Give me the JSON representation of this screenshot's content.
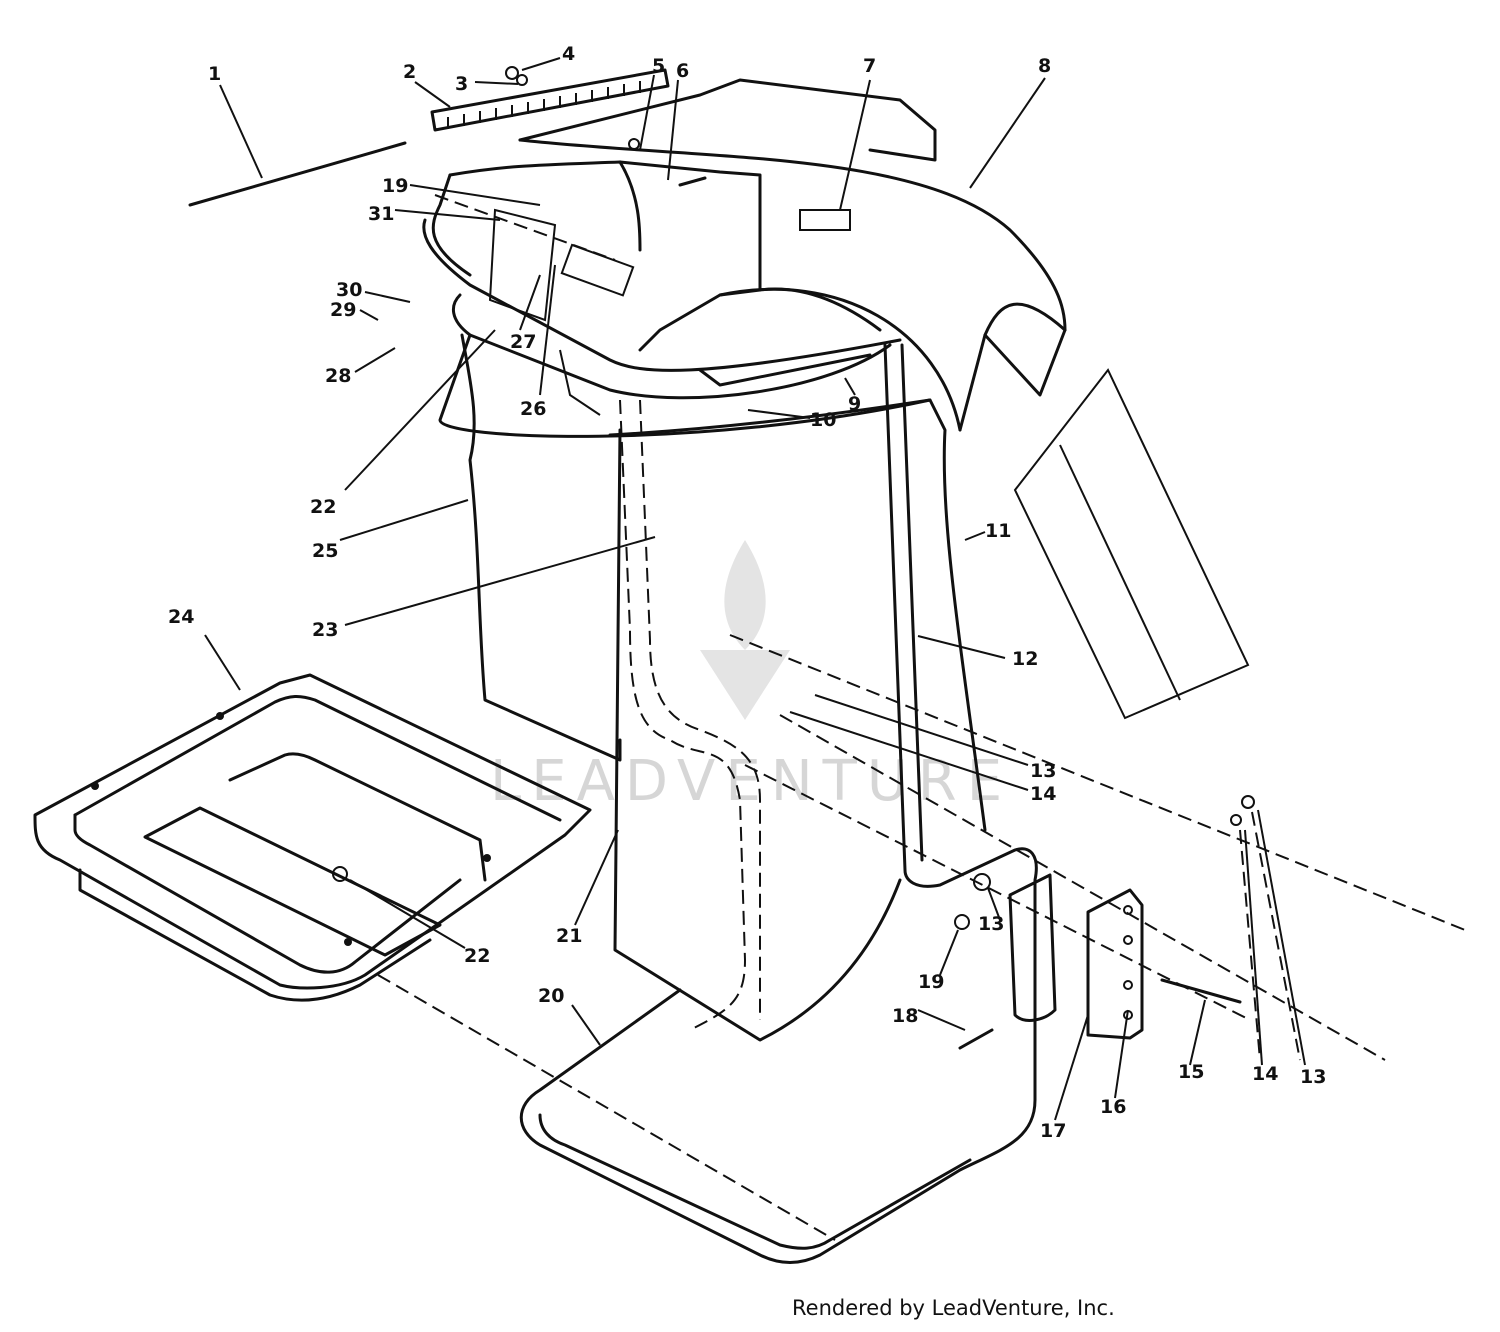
{
  "watermark": "LEADVENTURE",
  "credit": "Rendered by LeadVenture, Inc.",
  "callouts": [
    {
      "id": "1",
      "label": "1"
    },
    {
      "id": "2",
      "label": "2"
    },
    {
      "id": "3",
      "label": "3"
    },
    {
      "id": "4",
      "label": "4"
    },
    {
      "id": "5",
      "label": "5"
    },
    {
      "id": "6",
      "label": "6"
    },
    {
      "id": "7",
      "label": "7"
    },
    {
      "id": "8",
      "label": "8"
    },
    {
      "id": "9",
      "label": "9"
    },
    {
      "id": "10",
      "label": "10"
    },
    {
      "id": "11",
      "label": "11"
    },
    {
      "id": "12",
      "label": "12"
    },
    {
      "id": "13a",
      "label": "13"
    },
    {
      "id": "14a",
      "label": "14"
    },
    {
      "id": "13b",
      "label": "13"
    },
    {
      "id": "13c",
      "label": "13"
    },
    {
      "id": "14b",
      "label": "14"
    },
    {
      "id": "15",
      "label": "15"
    },
    {
      "id": "16",
      "label": "16"
    },
    {
      "id": "17",
      "label": "17"
    },
    {
      "id": "18",
      "label": "18"
    },
    {
      "id": "19a",
      "label": "19"
    },
    {
      "id": "19b",
      "label": "19"
    },
    {
      "id": "20",
      "label": "20"
    },
    {
      "id": "21",
      "label": "21"
    },
    {
      "id": "22a",
      "label": "22"
    },
    {
      "id": "22b",
      "label": "22"
    },
    {
      "id": "23",
      "label": "23"
    },
    {
      "id": "24",
      "label": "24"
    },
    {
      "id": "25",
      "label": "25"
    },
    {
      "id": "26",
      "label": "26"
    },
    {
      "id": "27",
      "label": "27"
    },
    {
      "id": "28",
      "label": "28"
    },
    {
      "id": "29",
      "label": "29"
    },
    {
      "id": "30",
      "label": "30"
    },
    {
      "id": "31",
      "label": "31"
    }
  ]
}
